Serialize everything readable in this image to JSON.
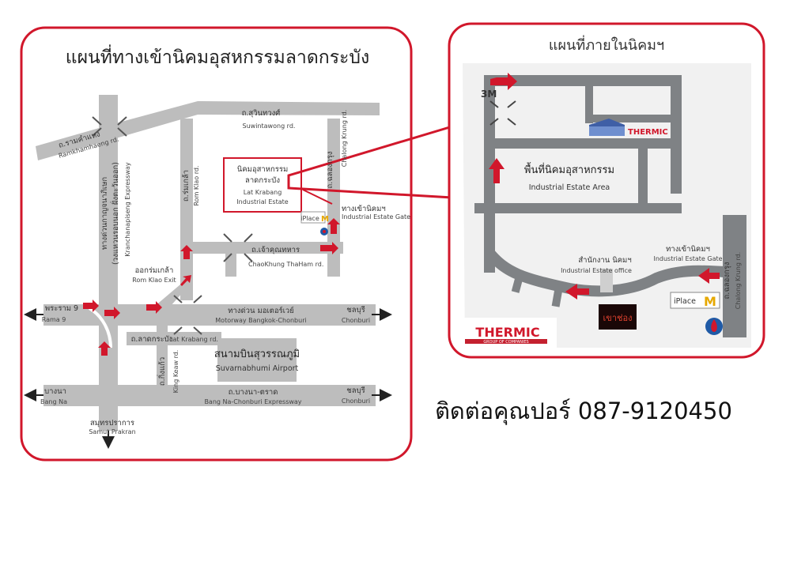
{
  "colors": {
    "frame": "#d1172b",
    "road_light": "#bdbdbd",
    "road_dark": "#7f8285",
    "accent": "#d1172b"
  },
  "left_map": {
    "title": "แผนที่ทางเข้านิคมอุสหกรรมลาดกระบัง",
    "labels": {
      "ramkhamhaeng_th": "ถ.รามคำแหง",
      "ramkhamhaeng_en": "Ramkhamhaeng rd.",
      "sukhumvit_th": "ถ.สุวินทวงศ์",
      "sukhumvit_en": "Suwintawong rd.",
      "chalong_th": "ถ.ฉลองกรุง",
      "chalong_en": "Chalong Krung rd.",
      "romklao_th": "ถ.ร่มเกล้า",
      "romklao_en": "Rom Klao rd.",
      "kanchana_th": "ทางด่วนกาญจนาภิเษก",
      "kanchana_th2": "(วงแหวนรอบนอก ฝั่งตะวันออก)",
      "kanchana_en": "Kranchanapiseng Expressway",
      "estate_th1": "นิคมอุสาหกรรม",
      "estate_th2": "ลาดกระบัง",
      "estate_en1": "Lat Krabang",
      "estate_en2": "Industrial Estate",
      "gate_th": "ทางเข้านิคมฯ",
      "gate_en": "Industrial Estate Gate",
      "iplace": "iPlace",
      "chaokhun_th": "ถ.เจ้าคุณทหาร",
      "chaokhun_en": "ChaoKhung ThaHam rd.",
      "romklao_exit_th": "ออกร่มเกล้า",
      "romklao_exit_en": "Rom Klao Exit",
      "rama9_th": "พระราม 9",
      "rama9_en": "Rama 9",
      "motorway_th": "ทางด่วน มอเตอร์เวย์",
      "motorway_en": "Motorway Bangkok-Chonburi",
      "chonburi_th": "ชลบุรี",
      "chonburi_en": "Chonburi",
      "latkrabang_th": "ถ.ลาดกระบัง",
      "latkrabang_en": "Lat Krabang rd.",
      "airport_th": "สนามบินสุวรรณภูมิ",
      "airport_en": "Suvarnabhumi Airport",
      "kingkaew_th": "ถ.กิ่งแก้ว",
      "kingkaew_en": "King Keaw rd.",
      "bangna_th": "บางนา",
      "bangna_en": "Bang Na",
      "bangna_trad_th": "ถ.บางนา-ตราด",
      "bangna_trad_en": "Bang Na-Chonburi Expressway",
      "samut_th": "สมุทรปราการ",
      "samut_en": "Samut Prakran"
    }
  },
  "right_map": {
    "title": "แผนที่ภายในนิคมฯ",
    "labels": {
      "brand_3m": "3M",
      "thermic": "THERMIC",
      "thermic_sub": "GROUP OF COMPANIES",
      "area_th": "พื้นที่นิคมอุสาหกรรม",
      "area_en": "Industrial Estate Area",
      "office_th": "สำนักงาน นิคมฯ",
      "office_en": "Industrial Estate office",
      "gate_th": "ทางเข้านิคมฯ",
      "gate_en": "Industrial Estate Gate",
      "chalong_th": "ถ.ฉลองกรุง",
      "chalong_en": "Chalong Krung rd.",
      "iplace": "iPlace",
      "shop": "เขาช่อง"
    }
  },
  "contact": "ติดต่อคุณปอร์ 087-9120450"
}
